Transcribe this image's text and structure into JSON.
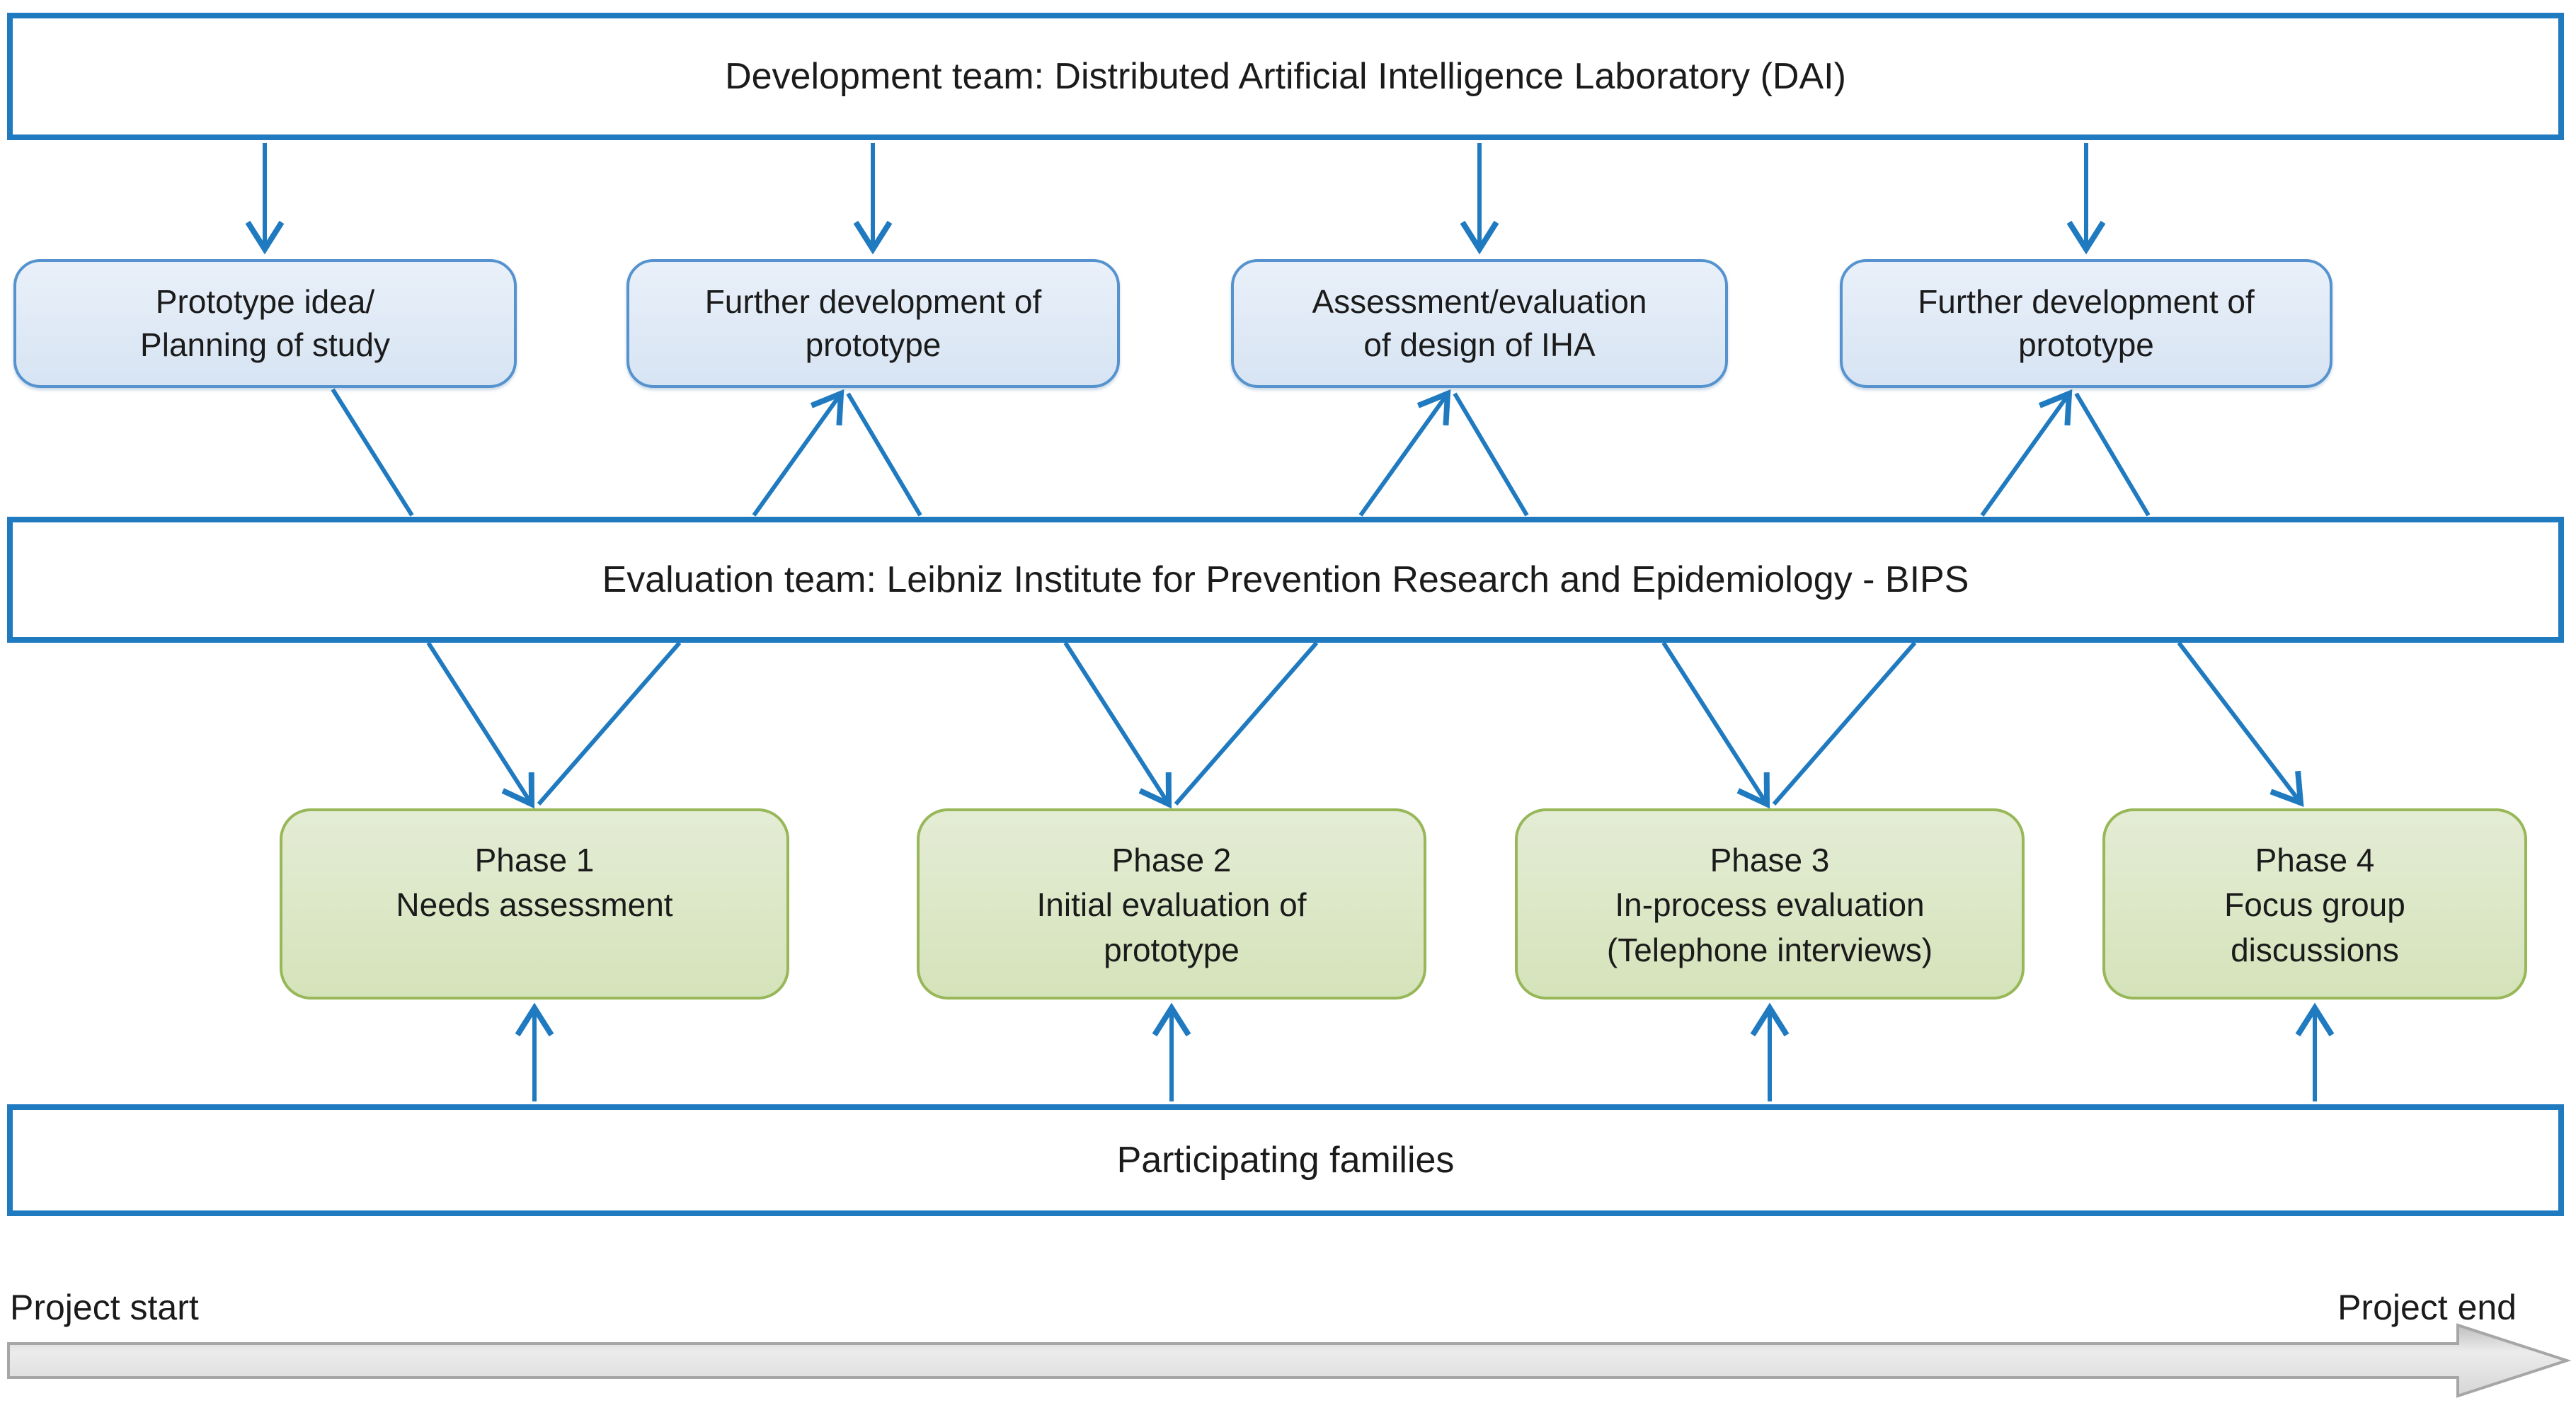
{
  "development_bar": {
    "label": "Development team: Distributed Artificial Intelligence Laboratory (DAI)"
  },
  "evaluation_bar": {
    "label": "Evaluation team: Leibniz Institute for Prevention Research and Epidemiology - BIPS"
  },
  "families_bar": {
    "label": "Participating families"
  },
  "dev_activities": [
    {
      "label": "Prototype idea/\nPlanning of study"
    },
    {
      "label": "Further development of\nprototype"
    },
    {
      "label": "Assessment/evaluation\nof design of IHA"
    },
    {
      "label": "Further development of\nprototype"
    }
  ],
  "phases": [
    {
      "label": "Phase 1\nNeeds assessment"
    },
    {
      "label": "Phase 2\nInitial evaluation of\nprototype"
    },
    {
      "label": "Phase 3\nIn-process evaluation\n(Telephone interviews)"
    },
    {
      "label": "Phase 4\nFocus group\ndiscussions"
    }
  ],
  "timeline": {
    "start": "Project start",
    "end": "Project end"
  },
  "colors": {
    "arrow_blue": "#1F7AC0",
    "bar_border": "#1F7AC0",
    "blue_box_border": "#5693CE",
    "green_box_border": "#97B758",
    "gray_arrow_fill": "#D9D9D9",
    "gray_arrow_border": "#A6A6A6"
  }
}
